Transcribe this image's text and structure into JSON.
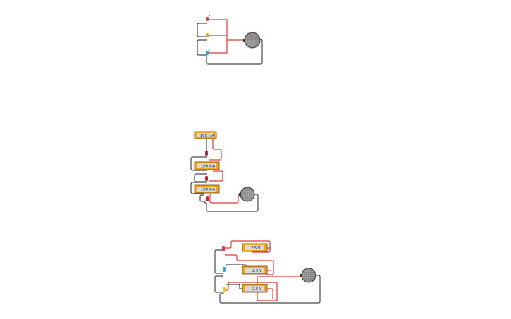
{
  "diagram": {
    "circuit_top": {
      "leds": [
        {
          "color": "#e23b3b"
        },
        {
          "color": "#f0a21b"
        },
        {
          "color": "#34a3e8"
        }
      ],
      "battery": {
        "label": ""
      }
    },
    "circuit_middle": {
      "resistors": [
        {
          "label": "100 mA"
        },
        {
          "label": "100 mA"
        },
        {
          "label": "100 mA"
        }
      ],
      "leds": [
        {
          "color": "#b5283a"
        },
        {
          "color": "#b5283a"
        },
        {
          "color": "#b5283a"
        }
      ],
      "battery": {
        "label": ""
      }
    },
    "circuit_bottom": {
      "resistors": [
        {
          "label": "2.5 V"
        },
        {
          "label": "2.5 V"
        },
        {
          "label": "2.5 V"
        }
      ],
      "leds": [
        {
          "color": "#e23b3b"
        },
        {
          "color": "#34a3e8"
        },
        {
          "color": "#f0c21b"
        }
      ],
      "battery": {
        "label": ""
      }
    }
  }
}
